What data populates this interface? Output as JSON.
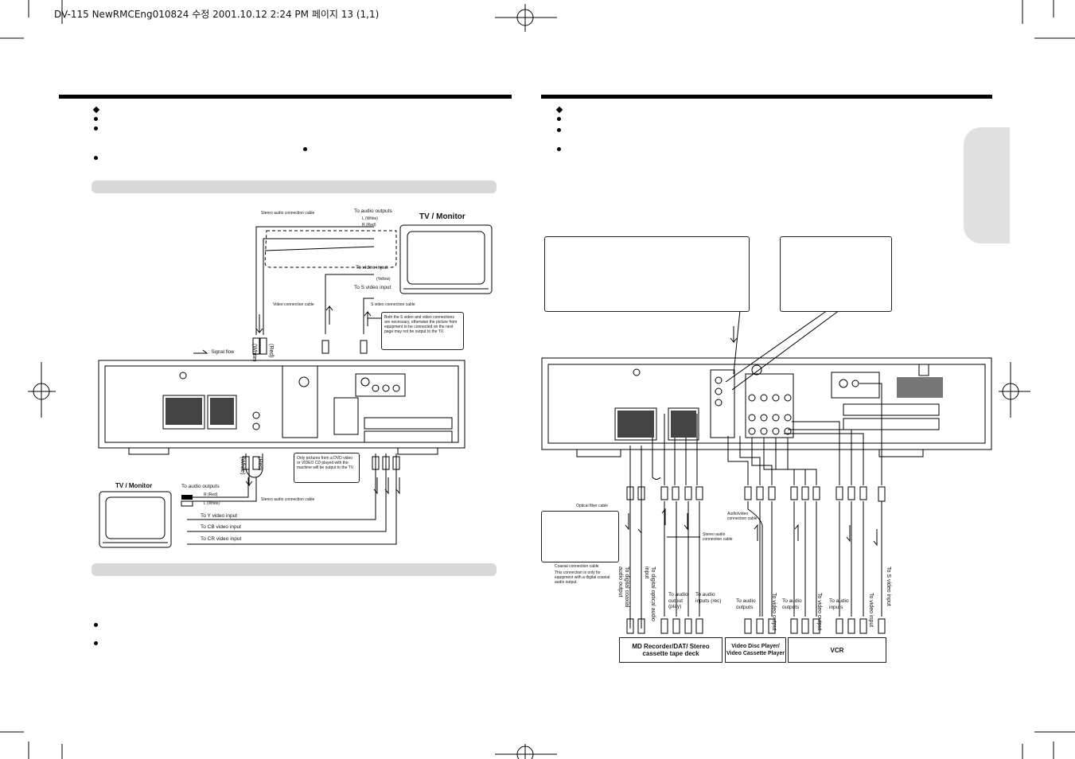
{
  "header": {
    "file_info": "DV-115 NewRMCEng010824 수정  2001.10.12 2:24 PM   페이지 13 (1,1)"
  },
  "left_page": {
    "tv_monitor_top": "TV / Monitor",
    "tv_monitor_bottom": "TV / Monitor",
    "stereo_audio_cable_top": "Stereo audio connection cable",
    "to_audio_outputs_top": "To audio outputs",
    "l_white_top": "L (White)",
    "r_red_top": "R (Red)",
    "to_video_input": "To video input",
    "yellow": "(Yellow)",
    "to_s_video_input": "To S video input",
    "video_connection_cable": "Video connection cable",
    "s_video_cable": "S video connection cable",
    "s_video_note": "Both the S video and video connections are necessary, otherwise the picture from equipment to be connected on the next page may not be output to the TV.",
    "signal_flow": ": Signal flow",
    "white": "(White)",
    "red": "(Red)",
    "dvd_note": "Only pictures from a DVD video or VIDEO CD played with the machine will be output to the TV.",
    "to_audio_outputs_bottom": "To audio outputs",
    "r_red_bottom": "R (Red)",
    "l_white_bottom": "L (White)",
    "stereo_audio_cable_bottom": "Stereo audio connection cable",
    "to_y_video_input": "To Y video input",
    "to_cb_video_input": "To CB video input",
    "to_cr_video_input": "To CR  video input"
  },
  "right_page": {
    "optical_fiber_cable": "Optical fiber cable",
    "coaxial_cable": "Coaxial connection cable",
    "coaxial_note": "This connection is only for equipment with a digital coaxial audio output.",
    "to_digital_coaxial": "To digital coaxial audio output",
    "to_digital_optical": "To digital optical audio input",
    "to_audio_output_play": "To audio output (play)",
    "to_audio_inputs_rec": "To audio inputs (rec)",
    "stereo_audio_cable": "Stereo audio connection cable",
    "av_connection_cable": "Audio/video connection cable",
    "to_audio_outputs_1": "To audio outputs",
    "to_audio_outputs_2": "To audio outputs",
    "to_video_output_1": "To video output",
    "to_video_output_2": "To video output",
    "to_audio_inputs": "To audio inputs",
    "to_video_input": "To video input",
    "to_s_video_input": "To S video input",
    "box_md": "MD Recorder/DAT/ Stereo cassette tape deck",
    "box_vdp": "Video Disc Player/ Video Cassette Player",
    "box_vcr": "VCR"
  }
}
